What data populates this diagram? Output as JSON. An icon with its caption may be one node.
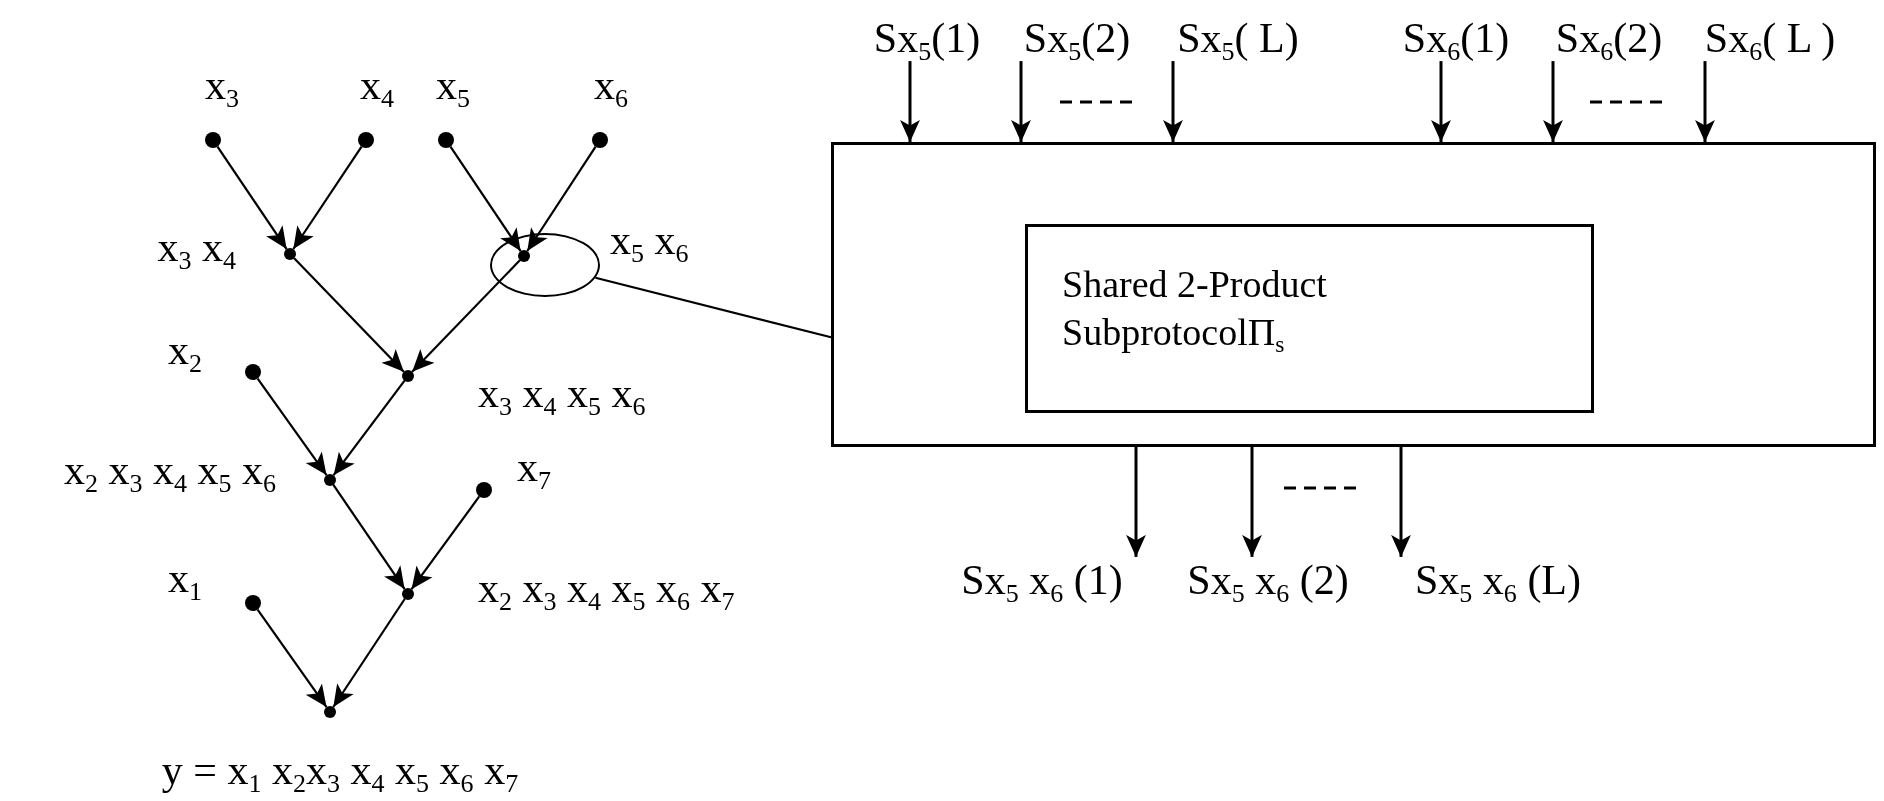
{
  "diagram": {
    "nodes": [
      {
        "text": [],
        "shape": "circle"
      },
      {
        "text": [],
        "shape": "circle"
      },
      {
        "text": [],
        "shape": "circle"
      },
      {
        "text": [],
        "shape": "circle"
      },
      {
        "text": [],
        "shape": "circle"
      },
      {
        "text": [],
        "shape": "ellipse"
      },
      {
        "text": [],
        "shape": "circle",
        "in": 5
      },
      {
        "text": [],
        "shape": "circle"
      },
      {
        "text": [],
        "shape": "circle"
      },
      {
        "text": [],
        "shape": "circle"
      },
      {
        "text": [],
        "shape": "circle"
      },
      {
        "text": [],
        "shape": "circle"
      },
      {
        "text": [],
        "shape": "circle"
      },
      {
        "text": [],
        "shape": "circle"
      },
      {
        "text": [
          "Sx$_{5}$(1)"
        ]
      },
      {
        "text": [
          "Sx$_{5}$(2)"
        ]
      },
      {
        "text": [
          "Sx$_{5}$( L)"
        ]
      },
      {
        "text": [
          "Sx$_{6}$(1)"
        ]
      },
      {
        "text": [
          "Sx$_{6}$(2)"
        ]
      },
      {
        "text": [
          "Sx$_{6}$( L )"
        ]
      },
      {
        "text": [],
        "shape": "box"
      },
      {
        "text": [
          "Shared 2-Product SubprotocolΠ$_{s}$"
        ],
        "in": 20
      },
      {
        "text": [
          "Sx$_{5}$ x$_{6}$ (1)"
        ]
      },
      {
        "text": [
          "Sx$_{5}$ x$_{6}$ (2)"
        ]
      },
      {
        "text": [
          "Sx$_{5}$ x$_{6}$ (L)"
        ]
      }
    ],
    "edges": [
      {
        "from": 0,
        "to": 4,
        "arrow": "to"
      },
      {
        "from": 1,
        "to": 4,
        "arrow": "to"
      },
      {
        "from": 2,
        "to": 6,
        "arrow": "to"
      },
      {
        "from": 3,
        "to": 6,
        "arrow": "to"
      },
      {
        "from": 4,
        "to": 8,
        "arrow": "to"
      },
      {
        "from": 6,
        "to": 8,
        "arrow": "to"
      },
      {
        "from": 7,
        "to": 9,
        "arrow": "to"
      },
      {
        "from": 8,
        "to": 9,
        "arrow": "to"
      },
      {
        "from": 9,
        "to": 11,
        "arrow": "to"
      },
      {
        "from": 10,
        "to": 11,
        "arrow": "to"
      },
      {
        "from": 12,
        "to": 13,
        "arrow": "to"
      },
      {
        "from": 11,
        "to": 13,
        "arrow": "to"
      },
      {
        "from": 5,
        "to": 20,
        "arrow": "none"
      },
      {
        "from": 14,
        "to": 20,
        "arrow": "to"
      },
      {
        "from": 15,
        "to": 20,
        "arrow": "to"
      },
      {
        "from": 16,
        "to": 20,
        "arrow": "to"
      },
      {
        "from": 17,
        "to": 20,
        "arrow": "to"
      },
      {
        "from": 18,
        "to": 20,
        "arrow": "to"
      },
      {
        "from": 19,
        "to": 20,
        "arrow": "to"
      },
      {
        "from": 20,
        "to": 22,
        "arrow": "to"
      },
      {
        "from": 20,
        "to": 23,
        "arrow": "to"
      },
      {
        "from": 20,
        "to": 24,
        "arrow": "to"
      }
    ],
    "labels": [
      "x$_{3}$",
      "x$_{4}$",
      "x$_{5}$",
      "x$_{6}$",
      "x$_{3}$ x$_{4}$",
      "x$_{5}$ x$_{6}$",
      "x$_{2}$",
      "x$_{3}$ x$_{4}$ x$_{5}$ x$_{6}$",
      "x$_{2}$ x$_{3}$ x$_{4}$ x$_{5}$ x$_{6}$",
      "x$_{7}$",
      "x$_{1}$",
      "x$_{2}$ x$_{3}$ x$_{4}$ x$_{5}$ x$_{6}$ x$_{7}$",
      "y = x$_{1}$ x$_{2}$x$_{3}$ x$_{4}$ x$_{5}$ x$_{6}$ x$_{7}$"
    ]
  }
}
